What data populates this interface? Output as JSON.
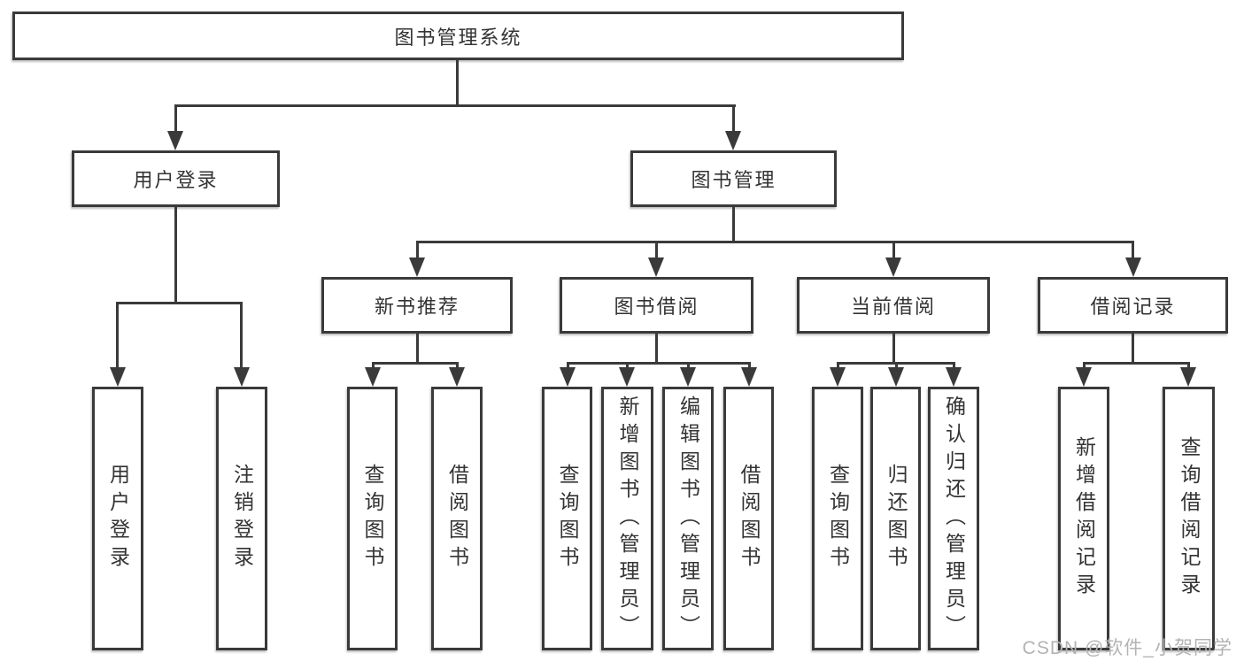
{
  "tree": {
    "root": "图书管理系统",
    "children": [
      {
        "label": "用户登录",
        "children": [
          "用户登录",
          "注销登录"
        ]
      },
      {
        "label": "图书管理",
        "children": [
          {
            "label": "新书推荐",
            "children": [
              "查询图书",
              "借阅图书"
            ]
          },
          {
            "label": "图书借阅",
            "children": [
              "查询图书",
              "新增图书（管理员）",
              "编辑图书（管理员）",
              "借阅图书"
            ]
          },
          {
            "label": "当前借阅",
            "children": [
              "查询图书",
              "归还图书",
              "确认归还（管理员）"
            ]
          },
          {
            "label": "借阅记录",
            "children": [
              "新增借阅记录",
              "查询借阅记录"
            ]
          }
        ]
      }
    ]
  },
  "watermark": "CSDN @软件_小贺同学",
  "colors": {
    "line": "#3a3a3a",
    "text": "#333333",
    "watermark": "#b3b3b3",
    "background": "#ffffff"
  }
}
